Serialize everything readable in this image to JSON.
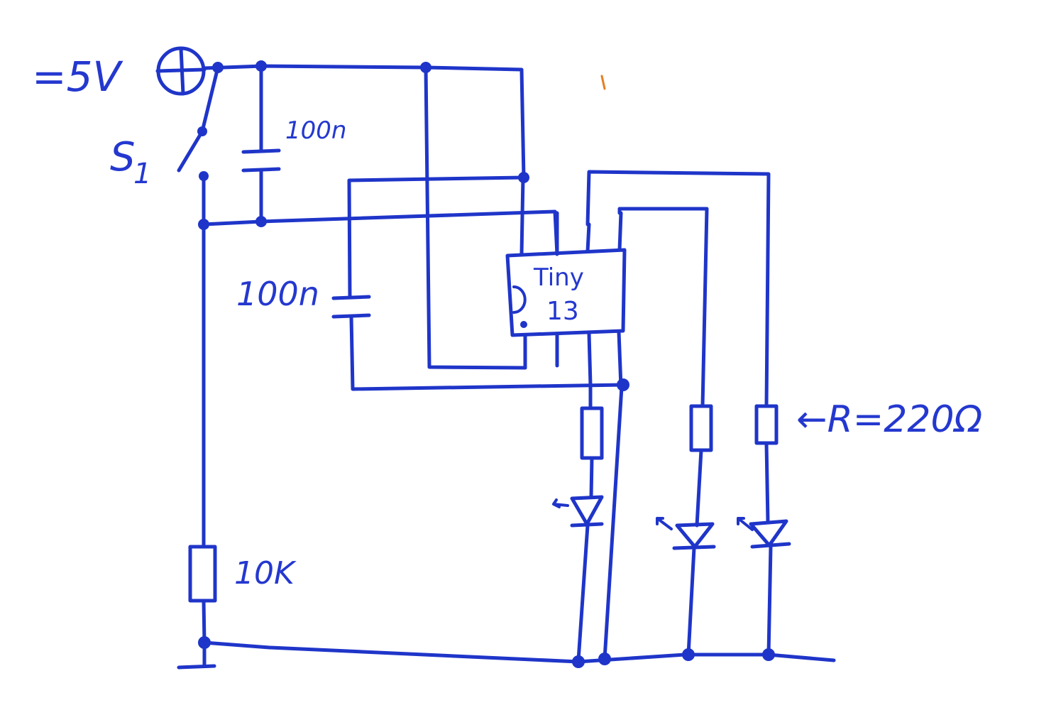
{
  "labels": {
    "supply": "=5V",
    "switch_name": "S",
    "switch_index": "1",
    "cap_top": "100n",
    "cap_left": "100n",
    "chip_line1": "Tiny",
    "chip_line2": "13",
    "resistor_value": "←R=220Ω",
    "pulldown": "10K"
  },
  "colors": {
    "ink": "#1f35c9",
    "paper": "#ffffff"
  },
  "icons": {
    "supply_terminal": "circle-plus-icon",
    "ground": "ground-bar-icon",
    "led": "led-icon",
    "resistor": "resistor-icon",
    "capacitor": "capacitor-icon"
  }
}
